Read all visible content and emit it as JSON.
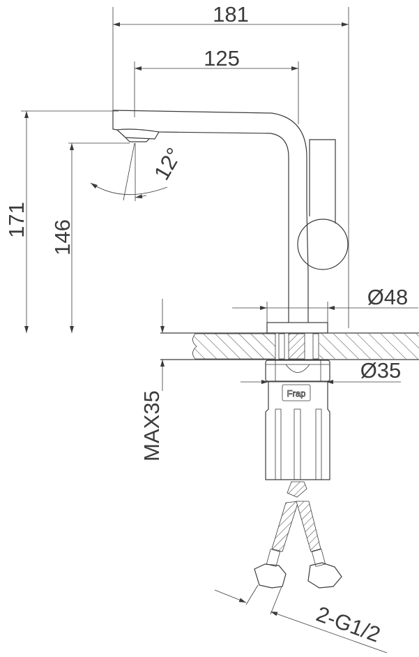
{
  "drawing": {
    "dimensions": {
      "total_reach": "181",
      "spout_reach": "125",
      "total_height": "171",
      "spout_height": "146",
      "spout_angle": "12°",
      "base_diameter": "Ø48",
      "shank_diameter": "Ø35",
      "max_counter_thickness": "MAX35",
      "hose_connection": "2-G1/2"
    },
    "logo_text": "Frap",
    "line_color": "#3a3a3a"
  }
}
